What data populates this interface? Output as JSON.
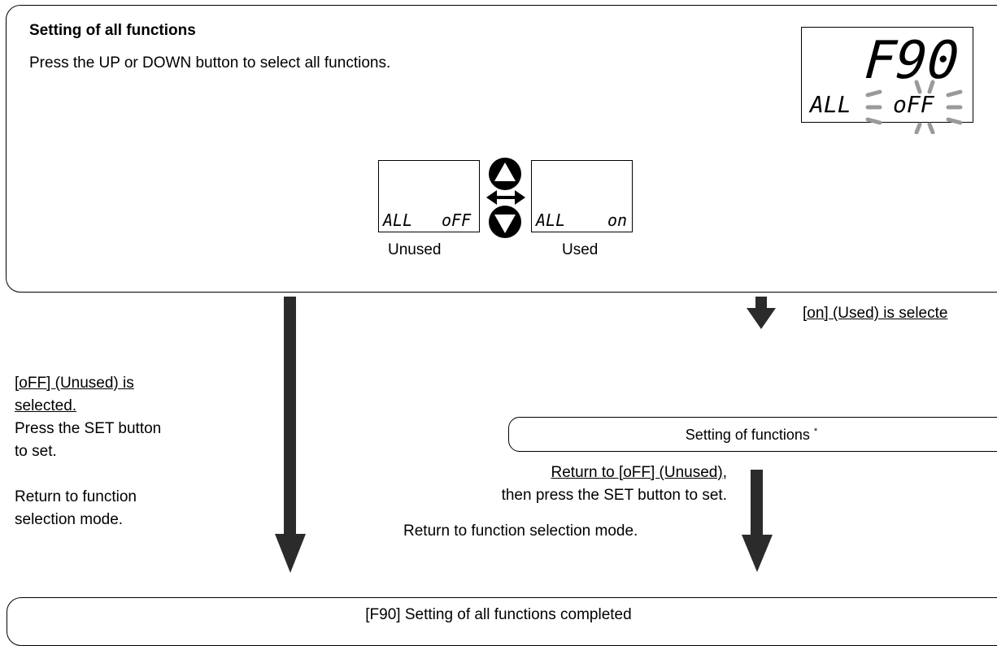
{
  "panel": {
    "title": "Setting of all functions",
    "instruction": "Press the UP or DOWN button to select all functions."
  },
  "display_main": {
    "top_text": "F90",
    "bottom_left": "ALL",
    "bottom_right": "oFF"
  },
  "display_unused": {
    "left": "ALL",
    "right": "oFF",
    "caption": "Unused"
  },
  "display_used": {
    "left": "ALL",
    "right": "on",
    "caption": "Used"
  },
  "left_branch": {
    "selected_line1": "[oFF] (Unused) is ",
    "selected_line2": "selected.",
    "set_line1": "Press the SET button",
    "set_line2": "to set.",
    "return_line1": "Return to function",
    "return_line2": "selection mode."
  },
  "right_branch": {
    "selected": "[on] (Used) is selecte",
    "box": "Setting of functions",
    "box_mark": "*",
    "return_underlined": "Return to [oFF] (Unused)",
    "return_comma": ",",
    "set": "then press the SET button to set.",
    "return_mode": "Return to function selection mode."
  },
  "final": {
    "label": "[F90] Setting of all functions completed"
  },
  "colors": {
    "line": "#000000",
    "arrow": "#2b2b2b",
    "blink": "#9a9a9a"
  }
}
